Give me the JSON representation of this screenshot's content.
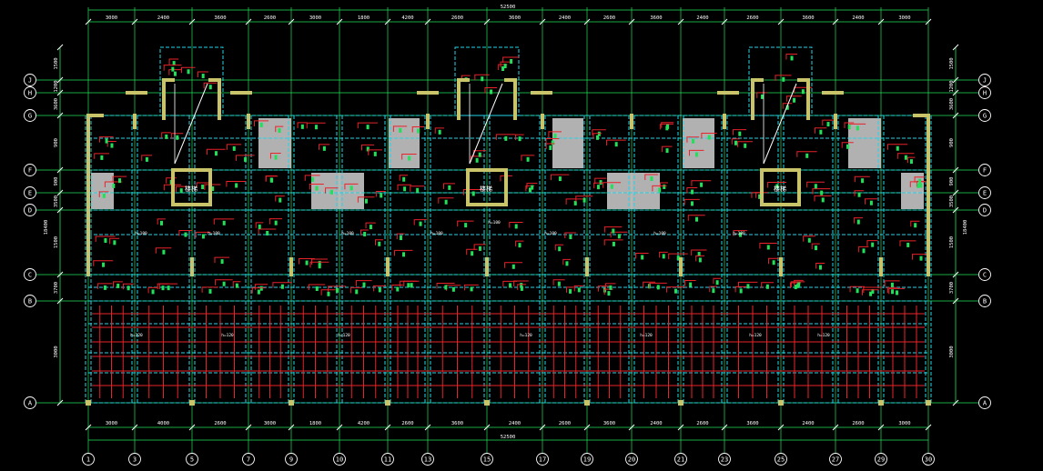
{
  "drawing": {
    "background": "#000000",
    "colors": {
      "grid": "#22e05a",
      "axis_bubble": "#ffffff",
      "dimension": "#ffffff",
      "beam": "#22d4e8",
      "rebar": "#e8232a",
      "wall": "#c9c46a",
      "slab_hatch": "#d0d0d0",
      "label": "#22e05a"
    },
    "column_axes": [
      "1",
      "3",
      "5",
      "7",
      "9",
      "10",
      "11",
      "13",
      "15",
      "17",
      "19",
      "20",
      "21",
      "23",
      "25",
      "27",
      "29",
      "30"
    ],
    "row_axes_left": [
      "J",
      "H",
      "G",
      "F",
      "E",
      "D",
      "C",
      "B",
      "A"
    ],
    "row_axes_right": [
      "J",
      "H",
      "G",
      "F",
      "E",
      "D",
      "C",
      "B",
      "A"
    ],
    "top_overall_dimension": "52500",
    "bottom_overall_dimension": "52500",
    "top_dimensions": [
      "3000",
      "2400",
      "3600",
      "2600",
      "3000",
      "1800",
      "4200",
      "2600",
      "3600",
      "2400",
      "2600",
      "3600",
      "2400",
      "2600",
      "3600",
      "2400",
      "3000"
    ],
    "bottom_dimensions": [
      "3000",
      "4000",
      "2600",
      "3000",
      "1800",
      "4200",
      "2600",
      "3600",
      "2400",
      "2600",
      "3600",
      "2400",
      "2600",
      "3600",
      "2400",
      "2600",
      "3000"
    ],
    "left_dimensions": [
      "1500",
      "1200",
      "3600",
      "900",
      "900",
      "3500",
      "1500",
      "3700",
      "3000"
    ],
    "right_dimensions": [
      "1500",
      "1200",
      "3600",
      "900",
      "900",
      "3500",
      "1500",
      "3700",
      "3000"
    ],
    "left_total_dimension": "18400",
    "right_total_dimension": "18400",
    "stair_labels": [
      "楼梯",
      "楼梯",
      "楼梯"
    ],
    "room_labels": [
      "h=100",
      "h=100",
      "h=100",
      "h=100",
      "h=100",
      "h=100",
      "h=100",
      "h=100",
      "h=120",
      "h=120",
      "h=120",
      "h=120",
      "h=120",
      "h=120",
      "h=120"
    ]
  }
}
